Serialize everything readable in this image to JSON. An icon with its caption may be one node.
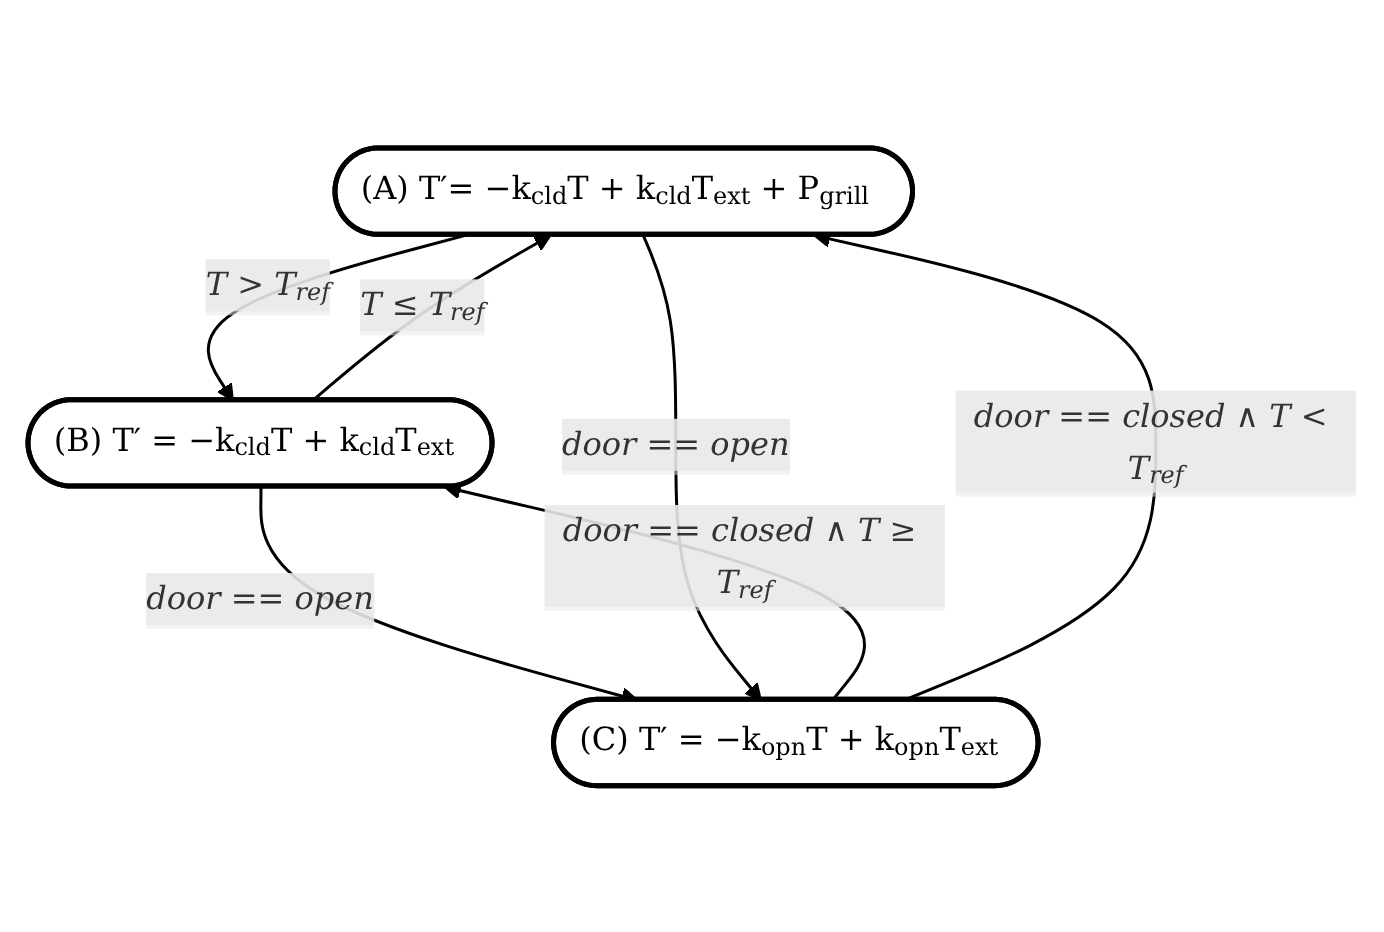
{
  "diagram": {
    "nodes": [
      {
        "text": [
          "(A) T′= −k$_{cld}$T + k$_{cld}$T$_{ext}$ + P$_{grill}$"
        ]
      },
      {
        "text": [
          "(B) T′ = −k$_{cld}$T + k$_{cld}$T$_{ext}$"
        ]
      },
      {
        "text": [
          "(C) T′ = −k$_{opn}$T + k$_{opn}$T$_{ext}$"
        ]
      }
    ],
    "edges": [
      {
        "from": 0,
        "to": 1,
        "arrow": "to",
        "label": "T > T$_{ref}$"
      },
      {
        "from": 1,
        "to": 0,
        "arrow": "to",
        "label": "T ≤ T$_{ref}$"
      },
      {
        "from": 1,
        "to": 2,
        "arrow": "to",
        "label": "door == open"
      },
      {
        "from": 2,
        "to": 1,
        "arrow": "to",
        "label": "door == closed ∧ T ≥ T$_{ref}$"
      },
      {
        "from": 0,
        "to": 2,
        "arrow": "to",
        "label": "door == open"
      },
      {
        "from": 2,
        "to": 0,
        "arrow": "to",
        "label": "door == closed ∧ T < T$_{ref}$"
      }
    ]
  }
}
